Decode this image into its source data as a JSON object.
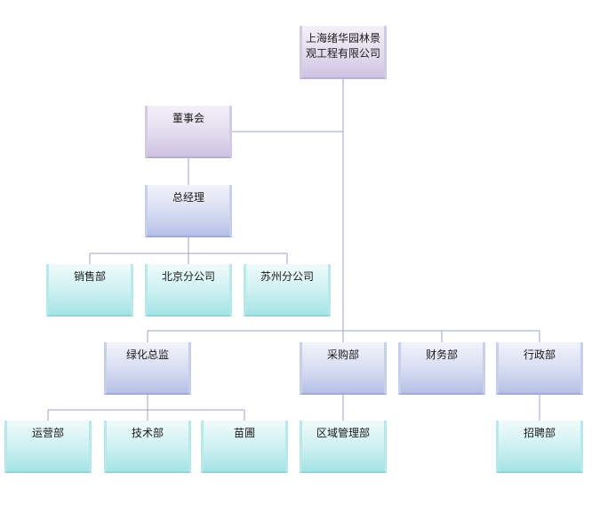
{
  "org_chart": {
    "top": {
      "label": "上海绪华园林景观工程有限公司"
    },
    "board": {
      "label": "董事会"
    },
    "gm": {
      "label": "总经理"
    },
    "sales": {
      "label": "销售部"
    },
    "beijing": {
      "label": "北京分公司"
    },
    "suzhou": {
      "label": "苏州分公司"
    },
    "green_director": {
      "label": "绿化总监"
    },
    "purchasing": {
      "label": "采购部"
    },
    "finance": {
      "label": "财务部"
    },
    "admin": {
      "label": "行政部"
    },
    "operations": {
      "label": "运营部"
    },
    "technical": {
      "label": "技术部"
    },
    "nursery": {
      "label": "苗圃"
    },
    "regional_mgmt": {
      "label": "区域管理部"
    },
    "recruitment": {
      "label": "招聘部"
    }
  },
  "colors": {
    "purple_node": "#d9d1ea",
    "blue_node": "#c4cdee",
    "cyan_node": "#b6eaec",
    "connector": "#9aa4c9"
  }
}
